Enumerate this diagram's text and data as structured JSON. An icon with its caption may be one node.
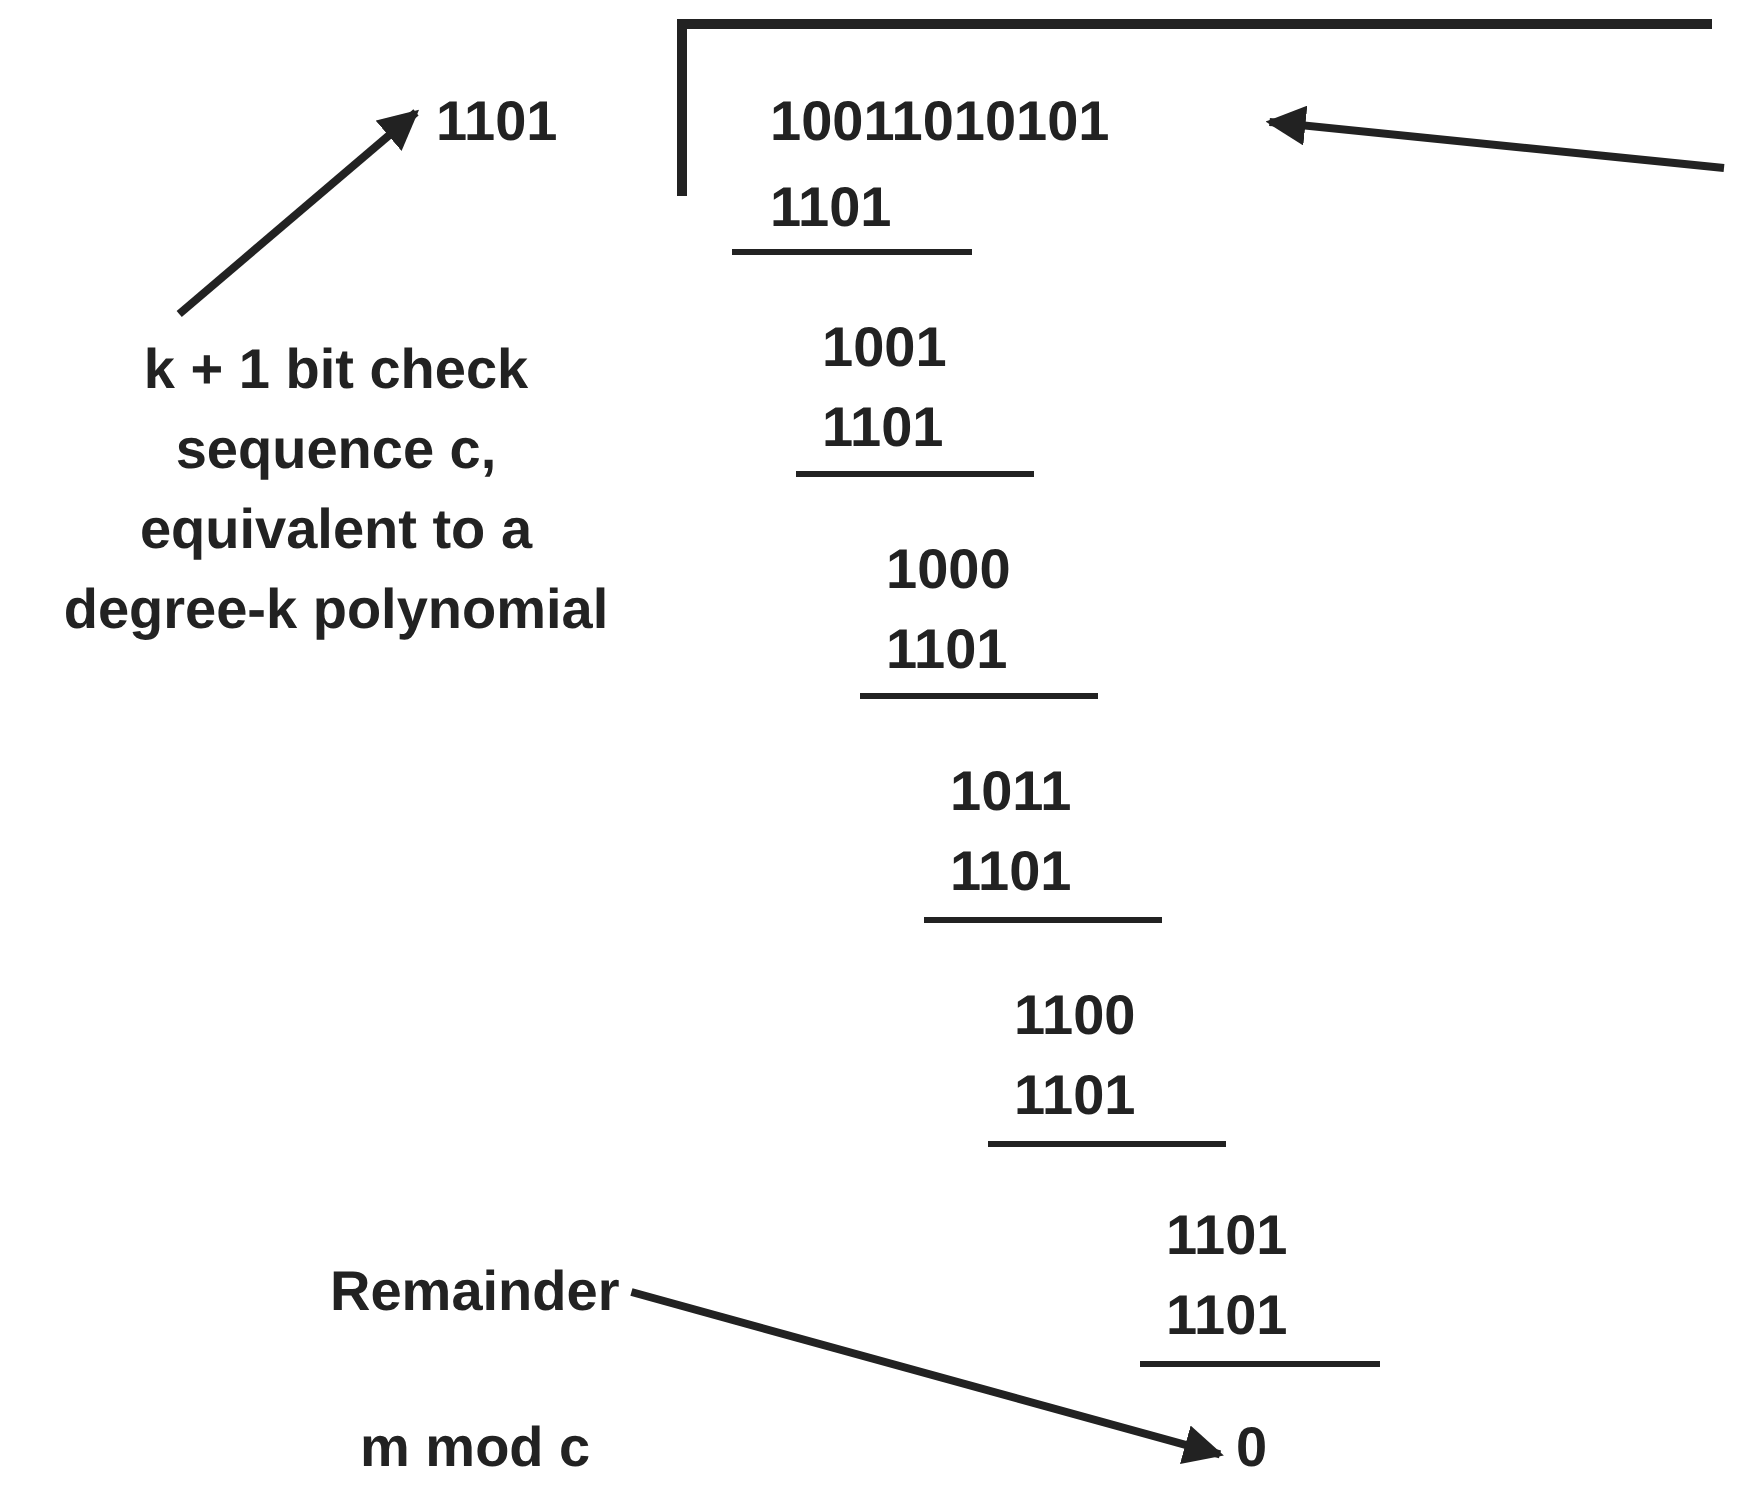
{
  "diagram": {
    "nodes": [
      {
        "text": [
          "1101"
        ]
      },
      {
        "text": [
          "10011010101"
        ]
      },
      {
        "text": [
          "k + 1 bit check sequence c, equivalent to a degree-k polynomial"
        ]
      },
      {
        "text": [
          "Remainder"
        ]
      },
      {
        "text": [
          "0"
        ]
      }
    ],
    "edges": [
      {
        "from": 2,
        "to": 0,
        "arrow": "to"
      },
      {
        "from": null,
        "to": 1,
        "arrow": "to"
      },
      {
        "from": 3,
        "to": 4,
        "arrow": "to"
      }
    ],
    "labels": [
      "1101",
      "1001",
      "1101",
      "1000",
      "1101",
      "1011",
      "1101",
      "1100",
      "1101",
      "1101",
      "1101",
      "m mod c"
    ]
  }
}
